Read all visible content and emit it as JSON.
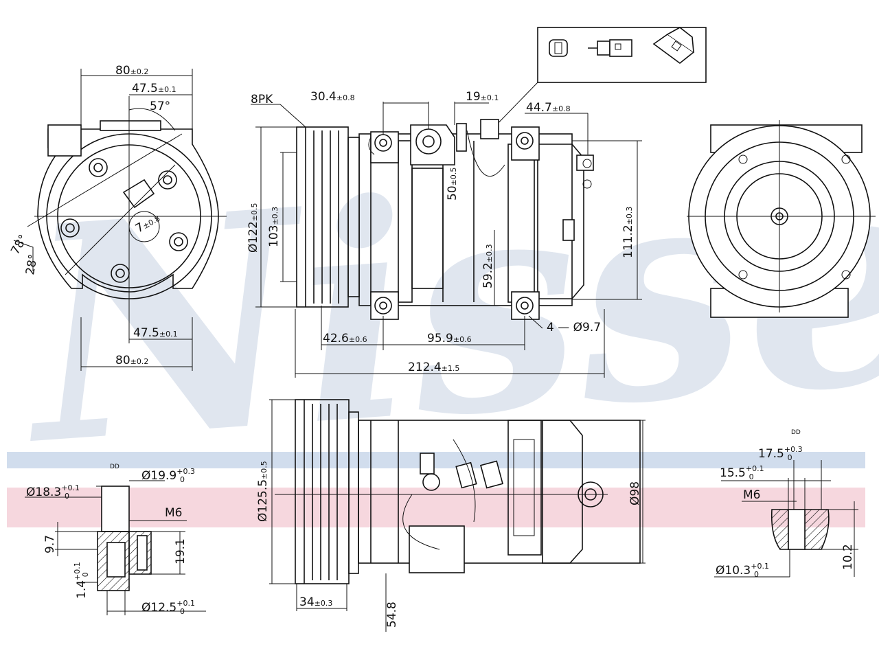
{
  "watermark": "Nissens",
  "colors": {
    "band_blue": "#c9d7ea",
    "band_pink": "#f3c9d3",
    "watermark": "#c7d3e3",
    "line": "#111111"
  },
  "front_view": {
    "top_width": "80",
    "top_width_tol": "±0.2",
    "half_width_top": "47.5",
    "half_width_top_tol": "±0.1",
    "angle_top": "57°",
    "hole_offset": "7",
    "hole_offset_tol": "±0.8",
    "angle_left_a": "78°",
    "angle_left_b": "28°",
    "half_width_bottom": "47.5",
    "half_width_bottom_tol": "±0.1",
    "bottom_width": "80",
    "bottom_width_tol": "±0.2"
  },
  "side_view": {
    "belt": "8PK",
    "d1": "30.4",
    "d1_tol": "±0.8",
    "d2": "19",
    "d2_tol": "±0.1",
    "d3": "44.7",
    "d3_tol": "±0.8",
    "d4": "50",
    "d4_tol": "±0.5",
    "pulley_dia": "Ø122",
    "pulley_dia_tol": "±0.5",
    "body_dia": "103",
    "body_dia_tol": "±0.3",
    "d5": "59.2",
    "d5_tol": "±0.3",
    "height": "111.2",
    "height_tol": "±0.3",
    "d6": "42.6",
    "d6_tol": "±0.6",
    "d7": "95.9",
    "d7_tol": "±0.6",
    "holes": "4 — Ø9.7",
    "length": "212.4",
    "length_tol": "±1.5"
  },
  "bottom_view": {
    "dia_125": "Ø125.5",
    "dia_125_tol": "±0.5",
    "dia_98": "Ø98",
    "width_34": "34",
    "width_34_tol": "±0.3",
    "height_54": "54.8"
  },
  "left_detail": {
    "label": "DD",
    "d1": "Ø18.3",
    "d1_sup": "+0.1",
    "d1_sub": "0",
    "d2": "Ø19.9",
    "d2_sup": "+0.3",
    "d2_sub": "0",
    "thread": "M6",
    "h1": "9.7",
    "h2": "19.1",
    "h3": "1.4",
    "h3_sup": "+0.1",
    "h3_sub": "0",
    "d3": "Ø12.5",
    "d3_sup": "+0.1",
    "d3_sub": "0"
  },
  "right_detail": {
    "label": "DD",
    "w1": "17.5",
    "w1_sup": "+0.3",
    "w1_sub": "0",
    "w2": "15.5",
    "w2_sup": "+0.1",
    "w2_sub": "0",
    "thread": "M6",
    "d1": "Ø10.3",
    "d1_sup": "+0.1",
    "d1_sub": "0",
    "h1": "10.2"
  }
}
